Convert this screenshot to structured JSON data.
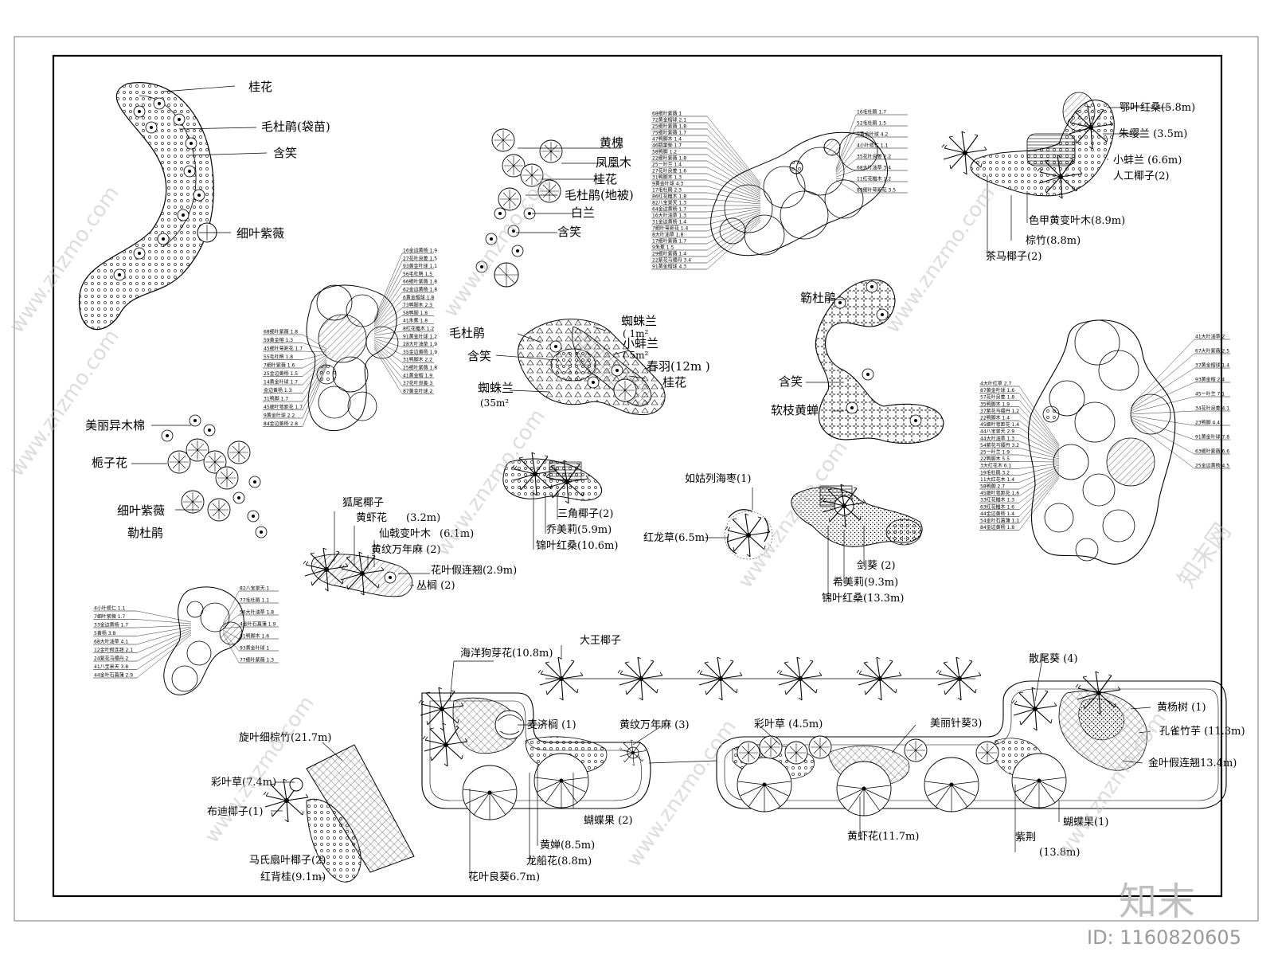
{
  "labels": {
    "guihua": "桂花",
    "maodujuan_daimiao": "毛杜鹃(袋苗)",
    "hanxiao_a": "含笑",
    "xiye_ziwei_a": "细叶紫薇",
    "huangjue": "黄槐",
    "fenghuangmu": "凤凰木",
    "guihua_b": "桂花",
    "maodujuan_dibei": "毛杜鹃(地被)",
    "bailan": "白兰",
    "hanxiao_b": "含笑",
    "eye_hongsang": "鄂叶红桑(5.8m)",
    "zhuilan": "朱缨兰 (3.5m)",
    "xiaobanlan": "小蚌兰 (6.6m)",
    "rengong_yezi": "人工椰子(2)",
    "secai_bianyemu": "色甲黄变叶木(8.9m)",
    "zongzhu": "棕竹(8.8m)",
    "chama_yezi": "茶马椰子(2)",
    "maodujuan_c": "毛杜鹃",
    "zhizhulan_a": "蜘蛛兰",
    "zhizhulan_a_qty": "( 1m²",
    "xiaobanlan_b": "小蚌兰",
    "xiaobanlan_b_qty": "( 5m²",
    "hanxiao_c": "含笑",
    "chunyu": "春羽(12m )",
    "guihua_c": "桂花",
    "zhizhulan_b": "蜘蛛兰",
    "zhizhulan_b_qty": "(35m²",
    "lejuan_a": "簕杜鹃",
    "hanxiao_d": "含笑",
    "ruanzhi_huangchan": "软枝黄蝉",
    "meili_yimumian": "美丽异木棉",
    "zhizihua": "栀子花",
    "xiye_ziwei_b": "细叶紫薇",
    "lejuan_b": "勒杜鹃",
    "huwei_yezi": "狐尾椰子",
    "huangxiahua_a": "黄虾花",
    "huangxiahua_a_qty": "(3.2m)",
    "xianzhan_bianyemu": "仙戟变叶木",
    "xianzhan_qty": "(6.1m)",
    "huangwen_wannianma_a": "黄纹万年麻 (2)",
    "huaye_jialianqiao": "花叶假连翘(2.9m)",
    "conglv": "丛榈 (2)",
    "sanjiao_yezi": "三角椰子(2)",
    "qiaomeili_a": "乔美莉(5.9m)",
    "jinye_hongsang_a": "锦叶红桑(10.6m)",
    "rugu_haizao": "如姑列海枣(1)",
    "honglongcao": "红龙草(6.5m)",
    "jiankui": "剑葵 (2)",
    "ximeili": "希美莉(9.3m)",
    "jinye_hongsang_b": "锦叶红桑(13.3m)",
    "dawang_yezi": "大王椰子",
    "haiyang_gouyahua": "海洋狗芽花(10.8m)",
    "maiji_lv": "麦济榈 (1)",
    "huangwen_wannianma_b": "黄纹万年麻 (3)",
    "caiyecao_a": "彩叶草 (4.5m)",
    "meili_zhenkui": "美丽针葵3)",
    "sanwei_kui": "散尾葵 (4)",
    "huangyang": "黄杨树 (1)",
    "kongque_zhuyu": "孔雀竹芋 (11.3m)",
    "jinye_jialianqiao": "金叶假连翘13.4m)",
    "xuanye_xizongzhu": "旋叶细棕竹(21.7m)",
    "caiyecao_b": "彩叶草(7.4m)",
    "budi_yezi": "布迪椰子(1)",
    "mashi_kuiyeyezi": "马氏扇叶椰子(2)",
    "hongbeigui": "红背桂(9.1m)",
    "hudieguo_a": "蝴蝶果 (2)",
    "huangchan": "黄婵(8.5m)",
    "longchuanhua": "龙船花(8.8m)",
    "huaye_liangkui": "花叶良葵6.7m)",
    "huangxiahua_b": "黄虾花(11.7m)",
    "hudieguo_b": "蝴蝶果(1)",
    "zijing": "紫荆",
    "zijing_qty": "(13.8m)"
  },
  "tiny": {
    "c1": [
      "68细叶紫薇 1",
      "72黄金榕球 2.1",
      "25细叶紫薇 1.8",
      "75细叶紫薇 1.7",
      "47鸭脚木 1.4",
      "46鹅掌柴 1.7",
      "58鸭脚 1.2",
      "22细叶紫薇 1.8",
      "25一叶兰 1.4",
      "27花叶良姜 1.6",
      "31鸭脚木 1.3",
      "9黄金叶球 4.3",
      "17毛杜鹃 2.3",
      "86红花檵木 1.8",
      "82八宝景天 1.3",
      "64金边黄杨 1.7",
      "16大叶油草 1.3",
      "31金边黄杨 1.4",
      "7细叶萼距花 1.4",
      "8大叶油草 1.8",
      "17细叶紫薇 1.7",
      "9朱蕉 1.5",
      "29细叶紫薇 1.4",
      "22紫花马缨丹 3.4",
      "91黄金榕球 4.3"
    ],
    "c1r": [
      "16毛杜鹃 1.7",
      "52毛杜鹃 1.5",
      "9黄金叶球 4.2",
      "4小叶榄仁 1.1",
      "35花叶良姜 2.2",
      "68大叶油草 3.4",
      "11红花檵木 1.2",
      "83细叶萼距花 3.5"
    ],
    "c2": [
      "16金边黄杨 1.9",
      "27花叶良姜 1.5",
      "93黄金叶球 1.1",
      "56毛杜鹃 1.5",
      "66细叶紫薇 1.8",
      "62金边黄杨 1.8",
      "6黄金榕球 1.8",
      "73鸭脚木 2.3",
      "58鸭脚 1.8",
      "41朱蕉 1.8",
      "8红花檵木 1.2",
      "91黄金叶球 1.2",
      "28大叶油草 1.9",
      "35金边黄杨 1.9",
      "31鸭脚木 2.2",
      "25细叶紫薇 1.8",
      "41黄金榕 1.9",
      "37花叶良姜 3",
      "87黄金叶球 2"
    ],
    "c2l": [
      "68细叶紫薇 1.8",
      "59黄金榕 1.3",
      "45细叶萼距花 1.7",
      "55毛杜鹃 1.8",
      "7细叶紫薇 1.6",
      "25金边黄杨 1.5",
      "14黄金叶球 1.7",
      "金边黄杨 1.3",
      "31鸭脚 1.7",
      "45细叶萼距花 1.7",
      "9黄金叶球 2.2",
      "84金边黄杨 2.8"
    ],
    "c3": [
      "4小叶榄仁 1.1",
      "7细叶紫薇 1.7",
      "33金边黄杨 1.7",
      "5黄杨 3.8",
      "68大叶油草 4.1",
      "12金叶假连翘 2.1",
      "24紫花马缨丹 2",
      "41八宝景天 3.8",
      "44金叶石菖蒲 2.9"
    ],
    "c3r": [
      "82八宝景天 1",
      "77毛杜鹃 1.1",
      "56大叶油草 1.8",
      "4金叶石菖蒲 1.9",
      "31鸭脚木 1.6",
      "93黄金叶球 1",
      "77细叶紫薇 1.3"
    ],
    "c4r": [
      "41大叶油草 2",
      "67大叶紫薇 2.5",
      "37黄金榕球 1.4",
      "93黄金榕 2.4",
      "45一叶兰 7.1",
      "34花叶良姜 4.1",
      "23鸭脚 4.4",
      "91黄金叶球 7.8",
      "63细叶紫薇 6.6",
      "25金边黄杨 4.5"
    ],
    "c4l": [
      "4大叶红草 2.7",
      "87黄金叶球 1.6",
      "57花叶良姜 1.8",
      "35鸭脚木 1.9",
      "37紫花马缨丹 1.2",
      "22鸭脚木 1.4",
      "45细叶萼距花 1.4",
      "44八宝景天 2.9",
      "44大叶油草 1.3",
      "54紫花马缨丹 3.2",
      "25一叶兰 1.9",
      "22鸭脚木 5.5",
      "3大红花木 6.1",
      "19毛杜鹃 3.2",
      "11大红花木 1.4",
      "58鸭脚 2.7",
      "45细叶萼距花 1.6",
      "33红花檵木 1.3",
      "63红花檵木 1.6",
      "44金边黄杨 1.4",
      "54金叶石菖蒲 1.1",
      "84金边黄杨 1.8"
    ]
  },
  "watermark": {
    "site": "www.znzmo.com",
    "brand": "知末网",
    "logo": "知末",
    "id": "ID: 1160820605"
  }
}
